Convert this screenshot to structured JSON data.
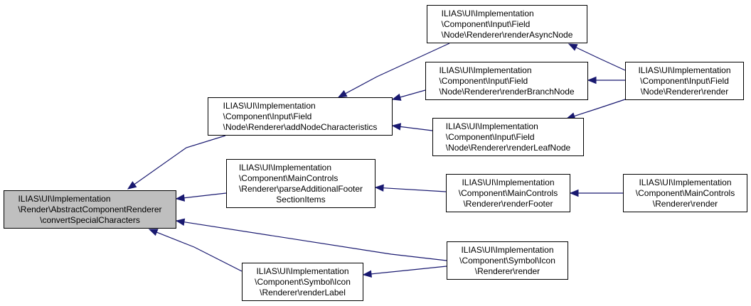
{
  "colors": {
    "edge": "#191970",
    "focus_fill": "#bfbfbf",
    "node_fill": "#ffffff",
    "border": "#000000"
  },
  "nodes": {
    "convert": [
      "ILIAS\\UI\\Implementation",
      "\\Render\\AbstractComponentRenderer",
      "\\convertSpecialCharacters"
    ],
    "addNode": [
      "ILIAS\\UI\\Implementation",
      "\\Component\\Input\\Field",
      "\\Node\\Renderer\\addNodeCharacteristics"
    ],
    "parseFooter": [
      "ILIAS\\UI\\Implementation",
      "\\Component\\MainControls",
      "\\Renderer\\parseAdditionalFooter",
      "SectionItems"
    ],
    "renderLabel": [
      "ILIAS\\UI\\Implementation",
      "\\Component\\Symbol\\Icon",
      "\\Renderer\\renderLabel"
    ],
    "asyncNode": [
      "ILIAS\\UI\\Implementation",
      "\\Component\\Input\\Field",
      "\\Node\\Renderer\\renderAsyncNode"
    ],
    "branchNode": [
      "ILIAS\\UI\\Implementation",
      "\\Component\\Input\\Field",
      "\\Node\\Renderer\\renderBranchNode"
    ],
    "leafNode": [
      "ILIAS\\UI\\Implementation",
      "\\Component\\Input\\Field",
      "\\Node\\Renderer\\renderLeafNode"
    ],
    "renderFooter": [
      "ILIAS\\UI\\Implementation",
      "\\Component\\MainControls",
      "\\Renderer\\renderFooter"
    ],
    "iconRender": [
      "ILIAS\\UI\\Implementation",
      "\\Component\\Symbol\\Icon",
      "\\Renderer\\render"
    ],
    "nodeRender": [
      "ILIAS\\UI\\Implementation",
      "\\Component\\Input\\Field",
      "\\Node\\Renderer\\render"
    ],
    "mcRender": [
      "ILIAS\\UI\\Implementation",
      "\\Component\\MainControls",
      "\\Renderer\\render"
    ]
  },
  "edges": [
    {
      "from": "addNode",
      "to": "convert"
    },
    {
      "from": "parseFooter",
      "to": "convert"
    },
    {
      "from": "renderLabel",
      "to": "convert"
    },
    {
      "from": "iconRender",
      "to": "convert"
    },
    {
      "from": "asyncNode",
      "to": "addNode"
    },
    {
      "from": "branchNode",
      "to": "addNode"
    },
    {
      "from": "leafNode",
      "to": "addNode"
    },
    {
      "from": "nodeRender",
      "to": "asyncNode"
    },
    {
      "from": "nodeRender",
      "to": "branchNode"
    },
    {
      "from": "nodeRender",
      "to": "leafNode"
    },
    {
      "from": "renderFooter",
      "to": "parseFooter"
    },
    {
      "from": "mcRender",
      "to": "renderFooter"
    },
    {
      "from": "iconRender",
      "to": "renderLabel"
    }
  ]
}
